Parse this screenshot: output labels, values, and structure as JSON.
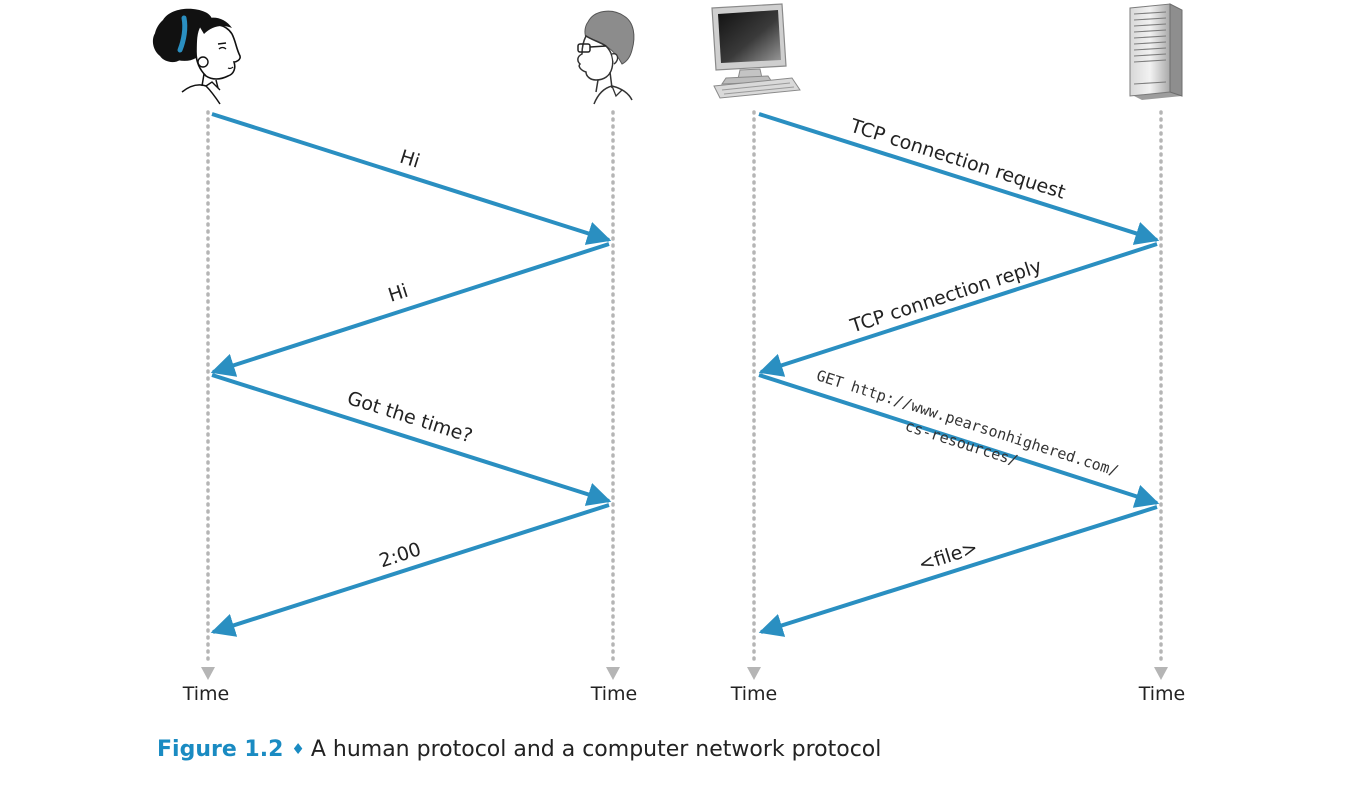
{
  "figure": {
    "number": "Figure 1.2",
    "separator": "♦",
    "caption": "A human protocol and a computer network protocol"
  },
  "timelines": [
    {
      "label": "Time"
    },
    {
      "label": "Time"
    },
    {
      "label": "Time"
    },
    {
      "label": "Time"
    }
  ],
  "messages": [
    {
      "text": "Hi"
    },
    {
      "text": "Hi"
    },
    {
      "text": "Got the time?"
    },
    {
      "text": "2:00"
    },
    {
      "text": "TCP connection request"
    },
    {
      "text": "TCP connection reply"
    },
    {
      "text_line1": "GET http://www.pearsonhighered.com/",
      "text_line2": "cs-resources/"
    },
    {
      "text": "<file>"
    }
  ],
  "colors": {
    "arrow": "#2a8fc1",
    "timeline": "#b5b5b5",
    "caption_accent": "#1a8bc2"
  },
  "icons": [
    "woman-icon",
    "man-icon",
    "desktop-computer-icon",
    "server-tower-icon"
  ]
}
